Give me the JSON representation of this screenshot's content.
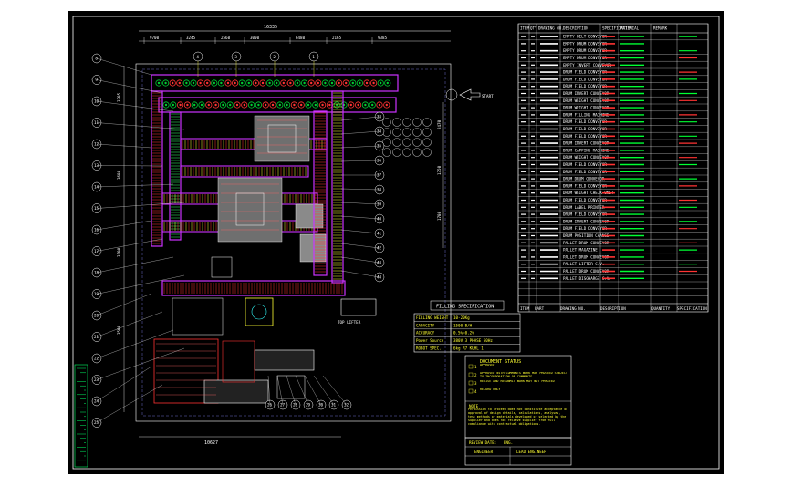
{
  "drawing": {
    "start_label": "START",
    "overall_dimension": "16335",
    "bottom_dimension": "10627",
    "top_dimensions": [
      "9700",
      "3245",
      "2560",
      "3000",
      "6480",
      "2165",
      "9385"
    ],
    "station_labels_top": [
      "4",
      "3",
      "2",
      "1"
    ],
    "left_callouts": [
      "8",
      "9",
      "10",
      "11",
      "12",
      "13",
      "14",
      "15",
      "16",
      "17",
      "18",
      "19",
      "20",
      "21",
      "22",
      "23",
      "24",
      "25"
    ],
    "right_callouts": [
      "33",
      "34",
      "35",
      "36",
      "37",
      "38",
      "39",
      "40",
      "41",
      "42",
      "43",
      "44"
    ],
    "bottom_callouts": [
      "26",
      "27",
      "28",
      "29",
      "30",
      "31",
      "32"
    ],
    "top_lifter_label": "TOP LIFTER",
    "right_vertical_dims": [
      "2470",
      "1350",
      "1780"
    ],
    "left_vertical_dims": [
      "3305",
      "3680",
      "3100",
      "3500"
    ]
  },
  "filling_spec": {
    "title": "FILLING SPECIFICATION",
    "rows": [
      {
        "label": "FILLING WEIGHT",
        "value": "10-20Kg"
      },
      {
        "label": "CAPACITY",
        "value": "1500 B/H"
      },
      {
        "label": "ACCURACY",
        "value": "0.5%~0.2%"
      },
      {
        "label": "Power Source",
        "value": "380V 3 PHASE 50Hz"
      },
      {
        "label": "ROBOT SPEC.",
        "value": "6kg R7 KUHL 1"
      }
    ]
  },
  "document_status": {
    "title": "DOCUMENT STATUS",
    "items": [
      {
        "num": "1",
        "text": "APPROVED"
      },
      {
        "num": "2",
        "text": "APPROVED WITH COMMENTS WORK MAY PROCEED SUBJECT TO INCORPORATION OF COMMENTS"
      },
      {
        "num": "3",
        "text": "REVISE AND RESUBMIT WORK MAY NOT PROCEED"
      },
      {
        "num": "4",
        "text": "RECORD ONLY"
      }
    ],
    "note_title": "NOTE",
    "note_text": "Permission to proceed does not constitute acceptance or approval of design details, calculations, analyses, test methods or materials developed or selected by the supplier and does not relieve supplier from full compliance with contractual obligations.",
    "review_label": "REVIEW DATE:",
    "review_value": "ENG.",
    "engineer_label": "ENGINEER",
    "lead_engineer_label": "LEAD ENGINEER"
  },
  "parts_table": {
    "headers": [
      "ITEM",
      "QTY",
      "DRAWING NO.",
      "DESCRIPTION",
      "SPECIFICATION",
      "MATERIAL",
      "REMARK"
    ],
    "row_count": 38,
    "descriptions": [
      "EMPTY BELT CONVEYOR",
      "EMPTY DRUM CONVEYOR",
      "EMPTY DRUM CONVEYOR",
      "EMPTY DRUM CONVEYOR",
      "EMPTY INVERT CONVEYOR",
      "DRUM FIELD CONVEYOR",
      "DRUM FIELD CONVEYOR",
      "DRUM FIELD CONVEYOR",
      "DRUM INVERT CONVEYOR",
      "DRUM WEIGHT CONVEYOR",
      "DRUM WEIGHT CONVEYOR",
      "DRUM FILLING MACHINE",
      "DRUM FIELD CONVEYOR",
      "DRUM FIELD CONVEYOR",
      "DRUM FIELD CONVEYOR",
      "DRUM INVERT CONVEYOR",
      "DRUM CAPPING MACHINE",
      "DRUM WEIGHT CONVEYOR",
      "DRUM FIELD CONVEYOR",
      "DRUM FIELD CONVEYOR",
      "DRUM DRUM CONVEYOR",
      "DRUM FIELD CONVEYOR",
      "DRUM WEIGHT CHECK UNIT",
      "DRUM FIELD CONVEYOR",
      "DRUM LABEL PRINTER",
      "DRUM FIELD CONVEYOR",
      "DRUM INVERT CONVEYOR",
      "DRUM FIELD CONVEYOR",
      "DRUM POSITION CHANGE",
      "PALLET DRUM CONVEYOR",
      "PALLET MAGAZINE",
      "PALLET DRUM CONVEYOR",
      "PALLET LIFTER C.V.",
      "PALLET DRUM CONVEYOR",
      "PALLET DISCHARGE C.V.",
      "",
      "",
      ""
    ],
    "footer": [
      "ITEM",
      "PART",
      "DRAWING NO.",
      "DESCRIPTION",
      "QUANTITY",
      "SPECIFICATION"
    ]
  },
  "revision_block": {
    "title_text": "LAYOUT DRAWING OF FILLING LINE"
  },
  "colors": {
    "background": "#000000",
    "conveyor": "#cc33ff",
    "rollers_green": "#00cc33",
    "rollers_red": "#ff3333",
    "yellow": "#ffff33",
    "cyan": "#33ffff",
    "white": "#ffffff",
    "grey_block": "#a0a0a0"
  }
}
